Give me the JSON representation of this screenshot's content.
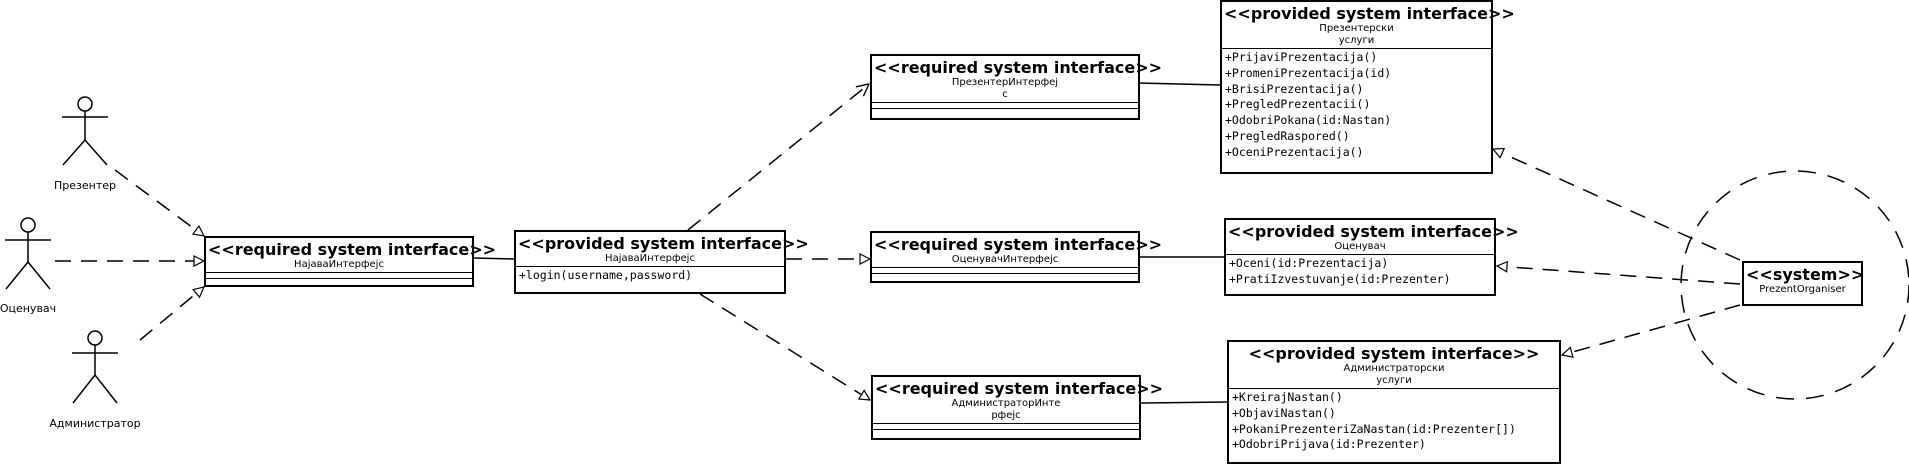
{
  "actors": [
    {
      "id": "presenter",
      "label": "Презентер"
    },
    {
      "id": "ocenuvac",
      "label": "Оценувач"
    },
    {
      "id": "administrator",
      "label": "Администратор"
    }
  ],
  "interfaces": {
    "req_najava": {
      "stereotype": "<<required system interface>>",
      "name": "НајаваИнтерфејс",
      "operations": []
    },
    "prov_najava": {
      "stereotype": "<<provided system interface>>",
      "name": "НајаваИнтерфејс",
      "operations": [
        "+login(username,password)"
      ]
    },
    "req_prezenter": {
      "stereotype": "<<required system interface>>",
      "name": "ПрезентерИнтерфеј\nс",
      "operations": []
    },
    "req_ocenuvac": {
      "stereotype": "<<required system interface>>",
      "name": "ОценувачИнтерфејс",
      "operations": []
    },
    "req_admin": {
      "stereotype": "<<required system interface>>",
      "name": "АдминистраторИнте\nрфејс",
      "operations": []
    },
    "prov_prezenterski": {
      "stereotype": "<<provided system interface>>",
      "name": "Презентерски\nуслуги",
      "operations": [
        "+PrijaviPrezentacija()",
        "+PromeniPrezentacija(id)",
        "+BrisiPrezentacija()",
        "+PregledPrezentacii()",
        "+OdobriPokana(id:Nastan)",
        "+PregledRaspored()",
        "+OceniPrezentacija()"
      ]
    },
    "prov_ocenuvac": {
      "stereotype": "<<provided system interface>>",
      "name": "Оценувач",
      "operations": [
        "+Oceni(id:Prezentacija)",
        "+PratiIzvestuvanje(id:Prezenter)"
      ]
    },
    "prov_admin": {
      "stereotype": "<<provided system interface>>",
      "name": "Администраторски\nуслуги",
      "operations": [
        "+KreirajNastan()",
        "+ObjaviNastan()",
        "+PokaniPrezenteriZaNastan(id:Prezenter[])",
        "+OdobriPrijava(id:Prezenter)"
      ]
    },
    "system": {
      "stereotype": "<<system>>",
      "name": "PrezentOrganiser",
      "operations": []
    }
  }
}
